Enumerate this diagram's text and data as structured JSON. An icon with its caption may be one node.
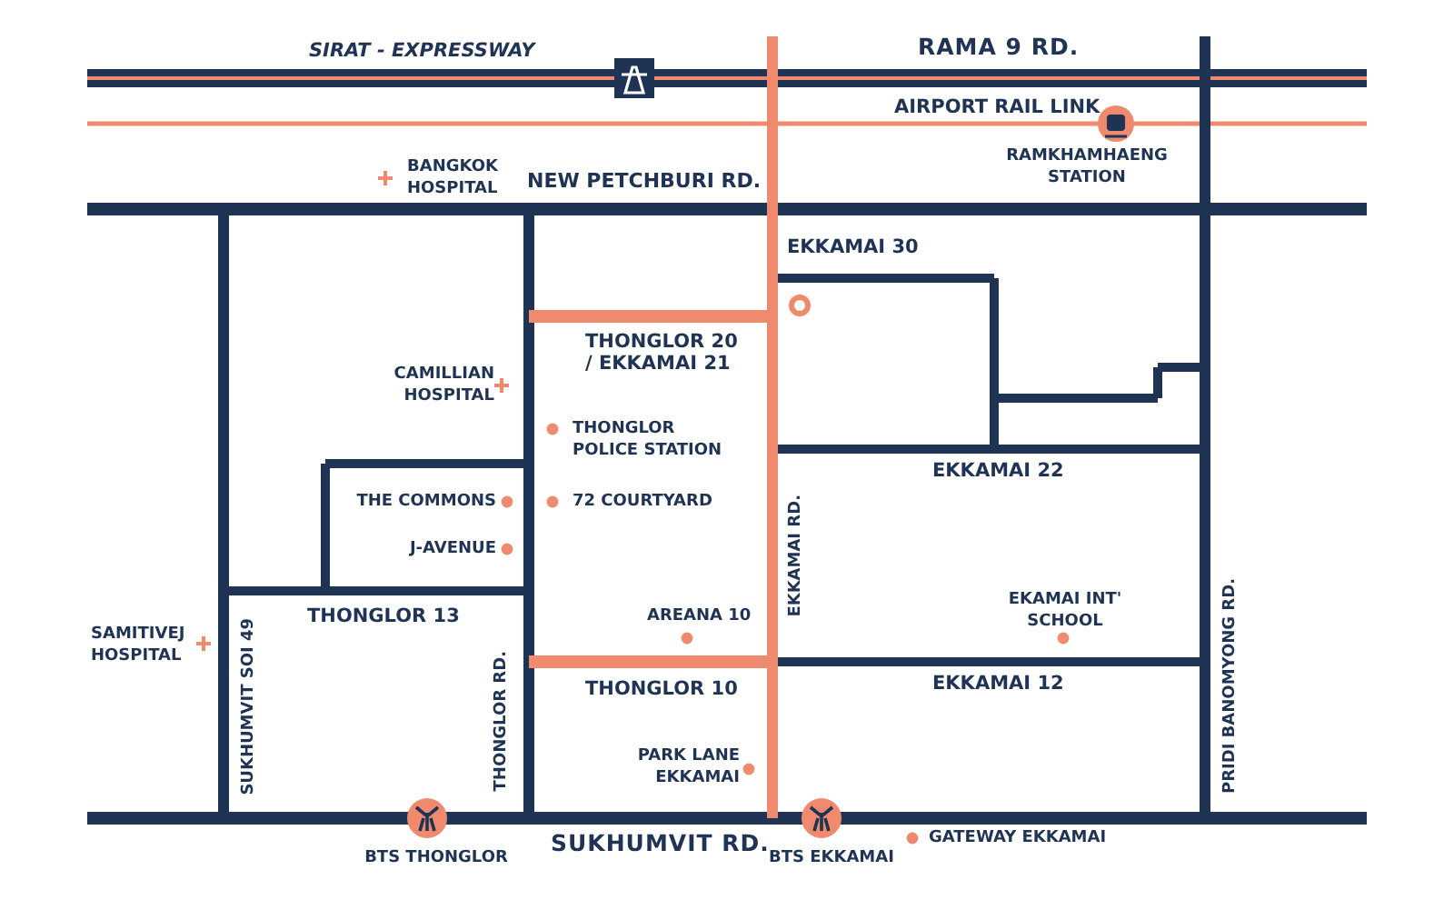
{
  "diagram": {
    "labels": [
      "SIRAT - EXPRESSWAY",
      "RAMA 9 RD.",
      "AIRPORT RAIL LINK",
      "BANGKOK HOSPITAL",
      "NEW PETCHBURI RD.",
      "RAMKHAMHAENG STATION",
      "EKKAMAI 30",
      "THONGLOR 20 / EKKAMAI 21",
      "CAMILLIAN HOSPITAL",
      "THONGLOR POLICE STATION",
      "EKKAMAI 22",
      "THE COMMONS",
      "72 COURTYARD",
      "J-AVENUE",
      "THONGLOR 13",
      "AREANA 10",
      "EKAMAI INT' SCHOOL",
      "SAMITIVEJ HOSPITAL",
      "THONGLOR 10",
      "EKKAMAI 12",
      "EKKAMAI RD.",
      "SUKHUMVIT SOI 49",
      "THONGLOR RD.",
      "PRIDI BANOMYONG RD.",
      "PARK LANE EKKAMAI",
      "SUKHUMVIT RD.",
      "BTS THONGLOR",
      "BTS EKKAMAI",
      "GATEWAY EKKAMAI"
    ]
  }
}
